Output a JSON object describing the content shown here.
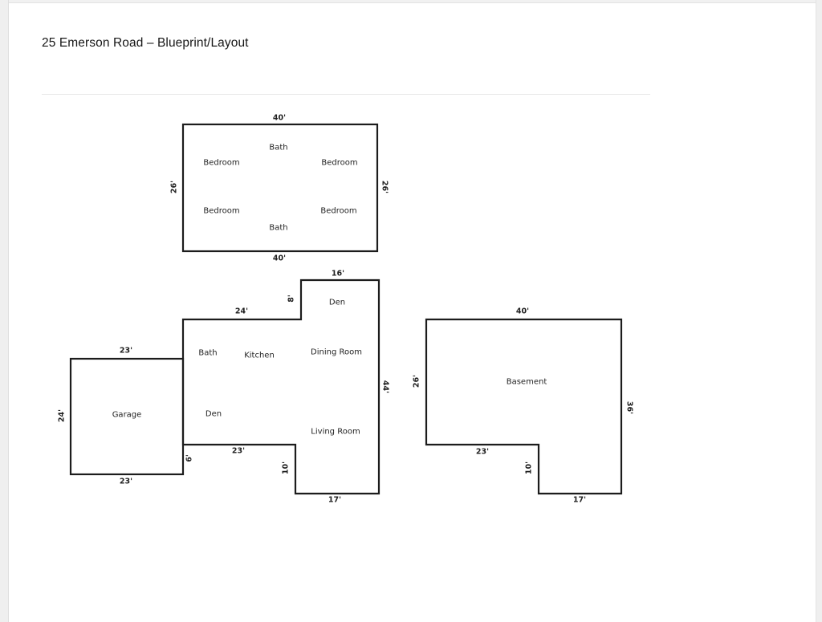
{
  "page": {
    "title": "25 Emerson Road – Blueprint/Layout"
  },
  "upper_floor": {
    "dim_top": "40'",
    "dim_bottom": "40'",
    "dim_left": "26'",
    "dim_right": "26'",
    "bath_top": "Bath",
    "bath_bottom": "Bath",
    "bedroom_upper_left": "Bedroom",
    "bedroom_upper_right": "Bedroom",
    "bedroom_lower_left": "Bedroom",
    "bedroom_lower_right": "Bedroom"
  },
  "main_floor": {
    "dim_den_top": "16'",
    "dim_den_left": "8'",
    "dim_top": "24'",
    "dim_garage_top": "23'",
    "dim_right": "44'",
    "dim_garage_left": "24'",
    "dim_bottom_mid": "23'",
    "dim_garage_stub": "6'",
    "dim_notch": "10'",
    "dim_garage_bottom": "23'",
    "dim_bottom_right": "17'",
    "den_upper": "Den",
    "bath": "Bath",
    "kitchen": "Kitchen",
    "dining_room": "Dining Room",
    "garage": "Garage",
    "den_lower": "Den",
    "living_room": "Living Room"
  },
  "basement": {
    "label": "Basement",
    "dim_top": "40'",
    "dim_left": "26'",
    "dim_right": "36'",
    "dim_bottom_left": "23'",
    "dim_notch": "10'",
    "dim_bottom_right": "17'"
  }
}
